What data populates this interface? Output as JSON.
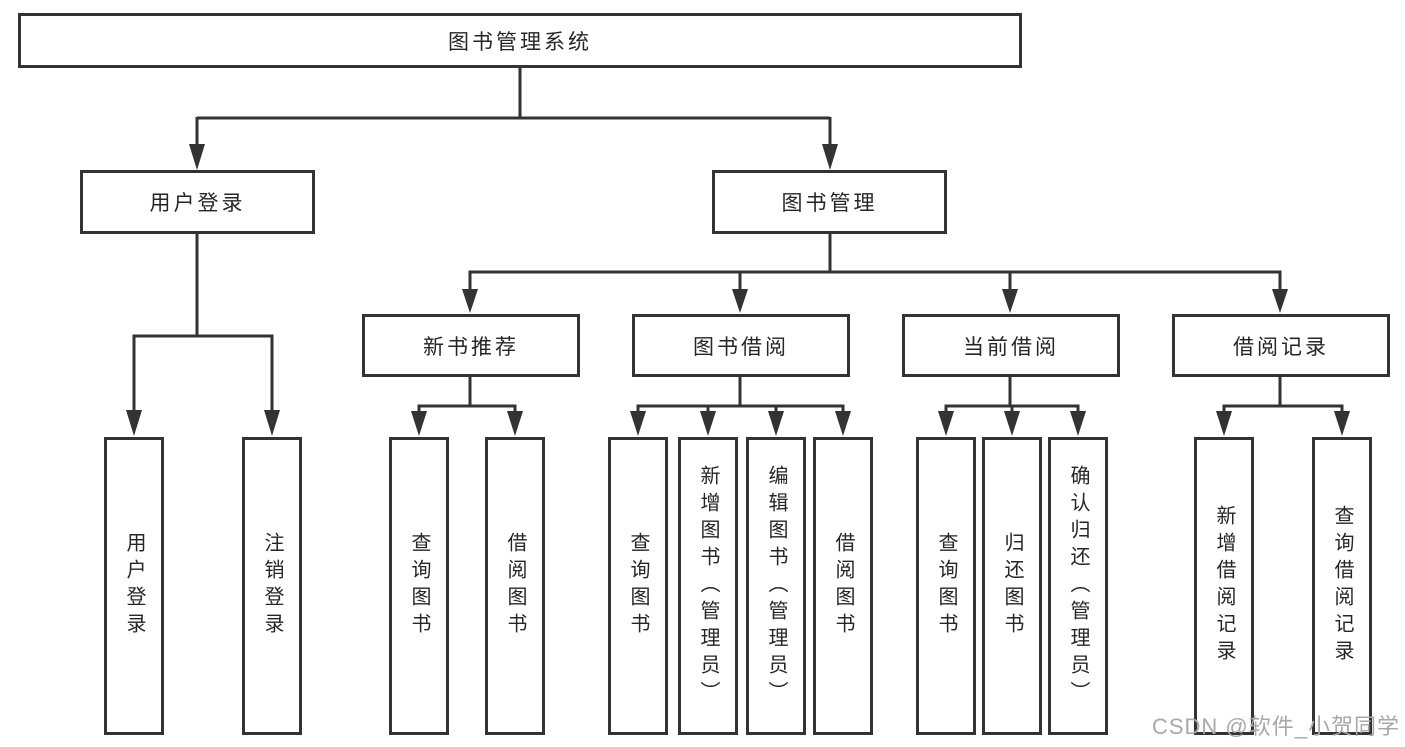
{
  "diagram": {
    "tree": {
      "label": "图书管理系统",
      "children": [
        {
          "label": "用户登录",
          "children": [
            {
              "label": "用户登录"
            },
            {
              "label": "注销登录"
            }
          ]
        },
        {
          "label": "图书管理",
          "children": [
            {
              "label": "新书推荐",
              "children": [
                {
                  "label": "查询图书"
                },
                {
                  "label": "借阅图书"
                }
              ]
            },
            {
              "label": "图书借阅",
              "children": [
                {
                  "label": "查询图书"
                },
                {
                  "label": "新增图书（管理员）"
                },
                {
                  "label": "编辑图书（管理员）"
                },
                {
                  "label": "借阅图书"
                }
              ]
            },
            {
              "label": "当前借阅",
              "children": [
                {
                  "label": "查询图书"
                },
                {
                  "label": "归还图书"
                },
                {
                  "label": "确认归还（管理员）"
                }
              ]
            },
            {
              "label": "借阅记录",
              "children": [
                {
                  "label": "新增借阅记录"
                },
                {
                  "label": "查询借阅记录"
                }
              ]
            }
          ]
        }
      ]
    },
    "colors": {
      "line": "#333333",
      "box_border": "#333333",
      "text": "#262626",
      "watermark": "#a8a8a8",
      "background": "#ffffff"
    }
  },
  "watermark": {
    "text": "CSDN @软件_小贺同学"
  }
}
